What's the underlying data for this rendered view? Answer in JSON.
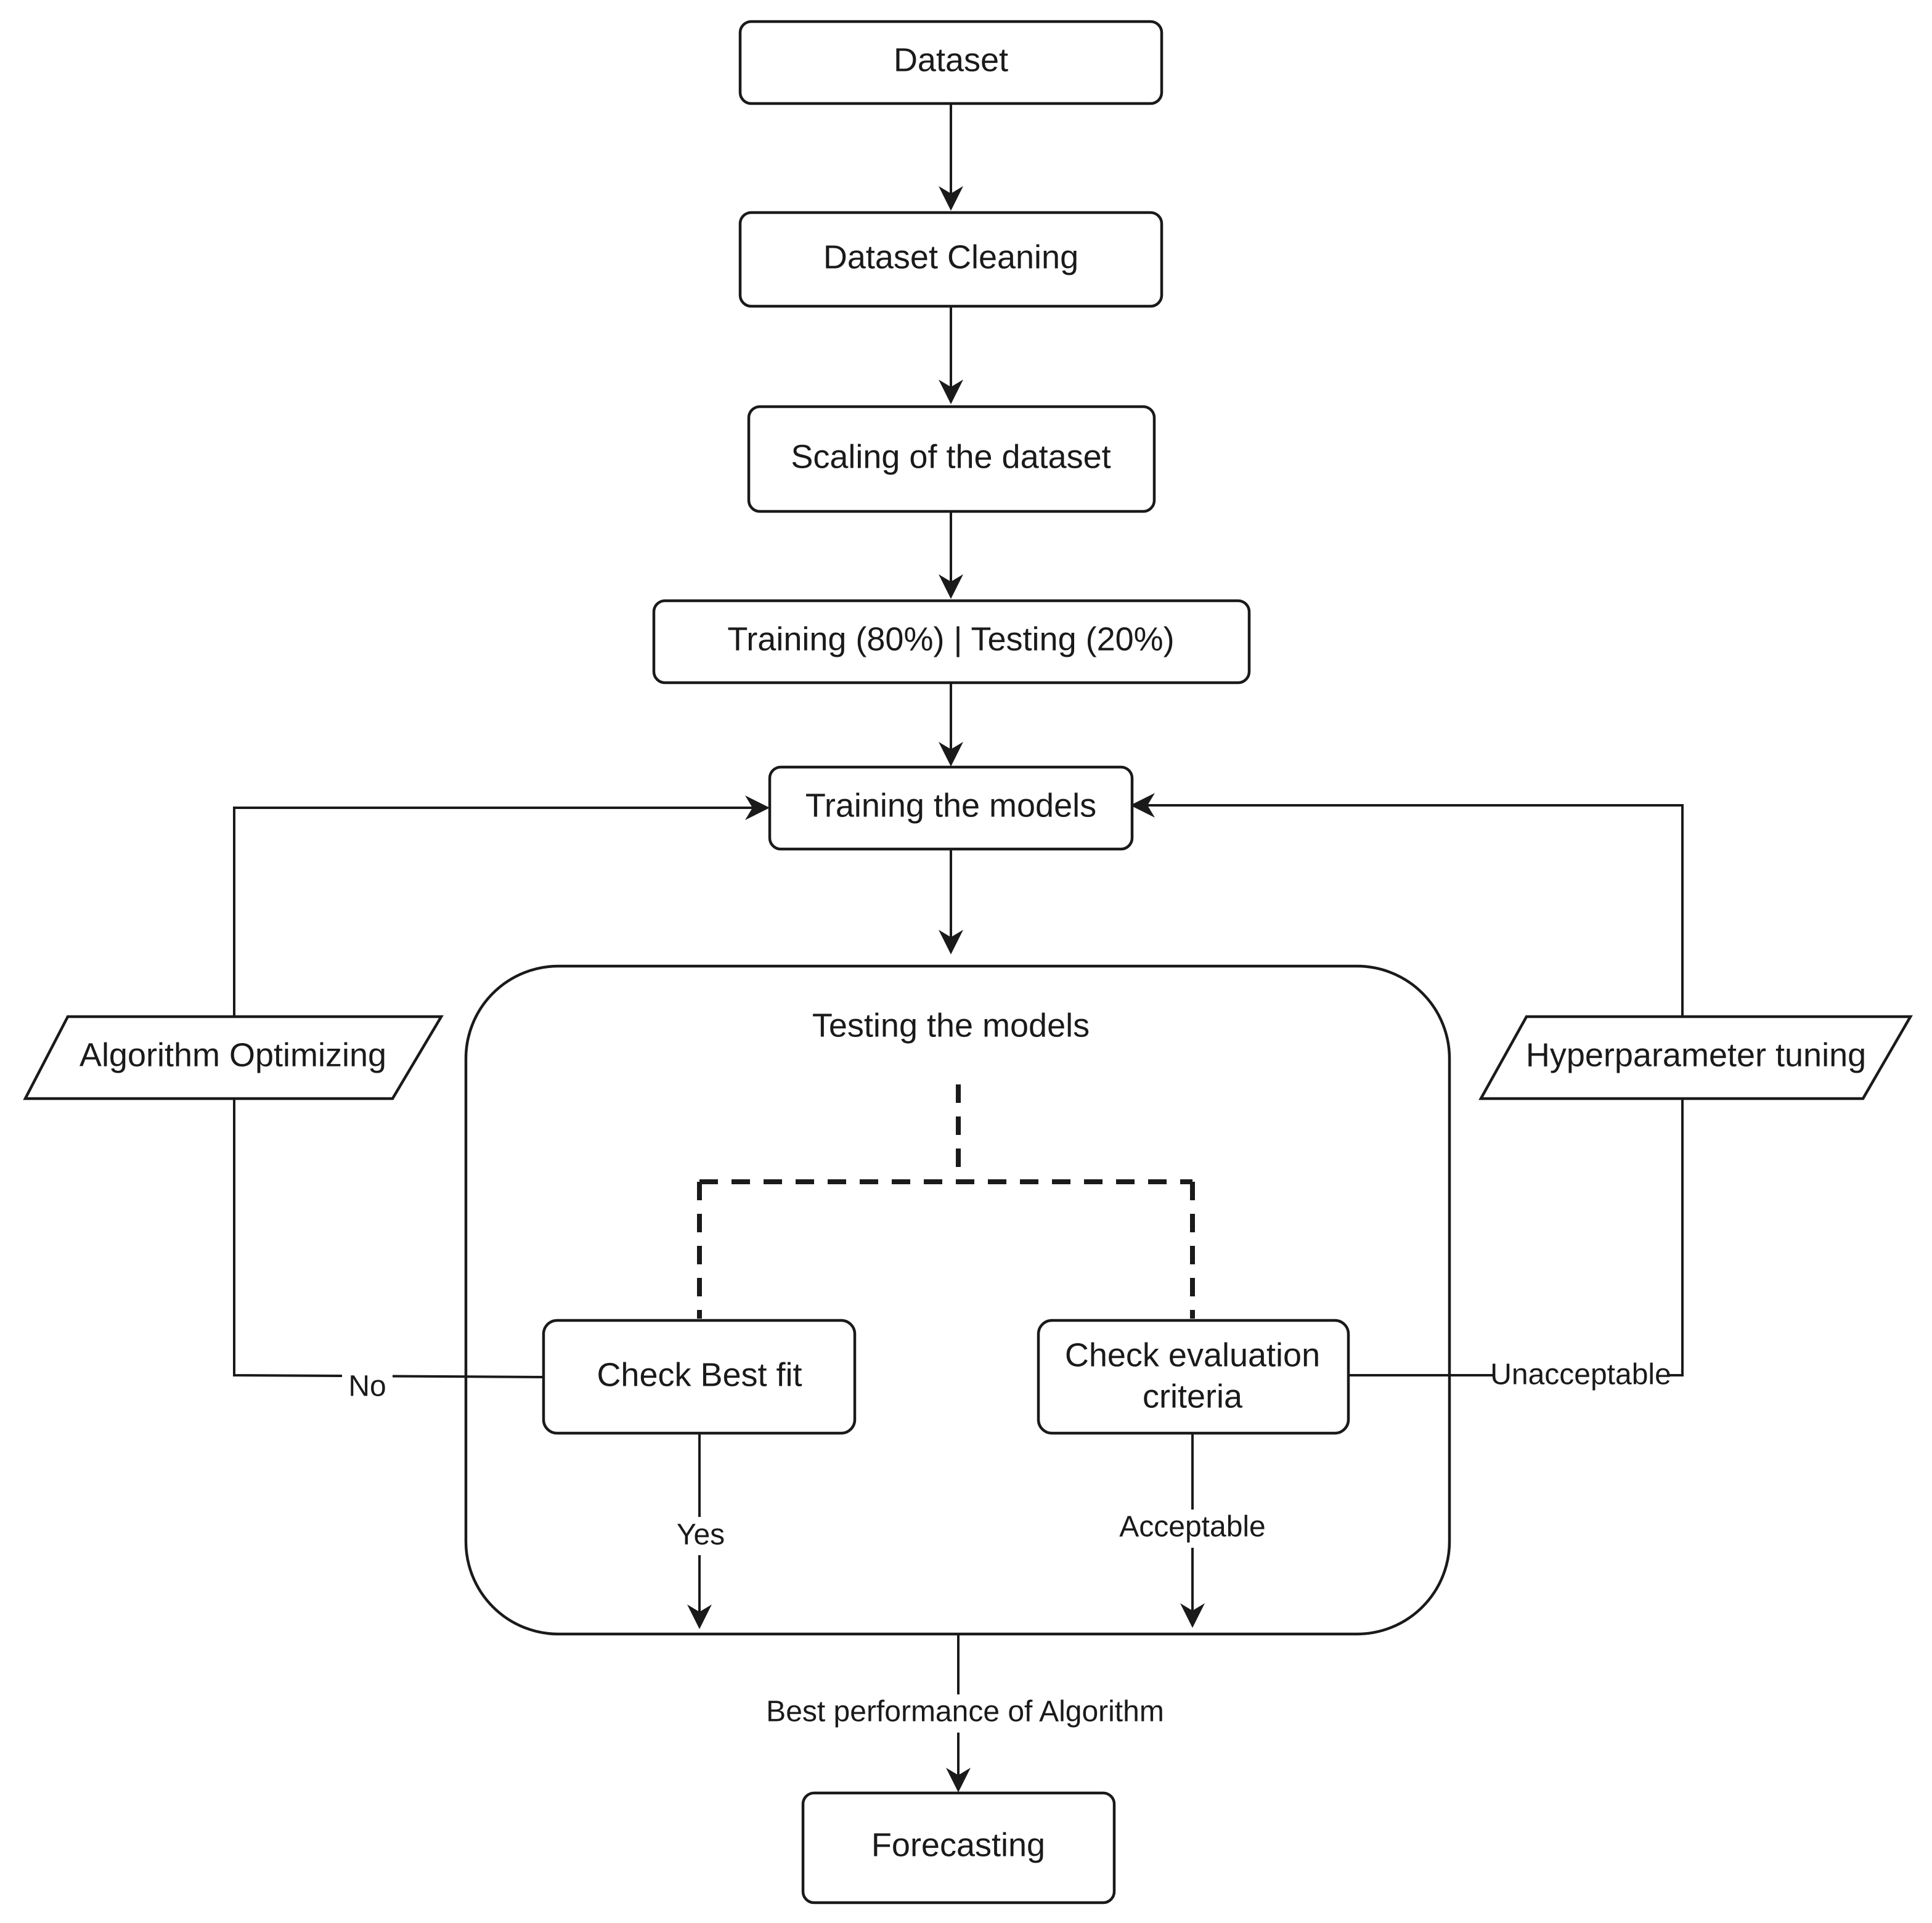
{
  "nodes": {
    "dataset": "Dataset",
    "cleaning": "Dataset Cleaning",
    "scaling": "Scaling of the dataset",
    "split": "Training (80%) | Testing (20%)",
    "training": "Training the models",
    "testing": "Testing the models",
    "best_fit": "Check Best fit",
    "eval_line1": "Check evaluation",
    "eval_line2": "criteria",
    "algo_opt": "Algorithm Optimizing",
    "hyper": "Hyperparameter tuning",
    "forecasting": "Forecasting"
  },
  "edges": {
    "no": "No",
    "yes": "Yes",
    "acceptable": "Acceptable",
    "unacceptable": "Unacceptable",
    "best_perf": "Best performance of Algorithm"
  },
  "colors": {
    "stroke": "#1a1a1a",
    "background": "#ffffff"
  }
}
